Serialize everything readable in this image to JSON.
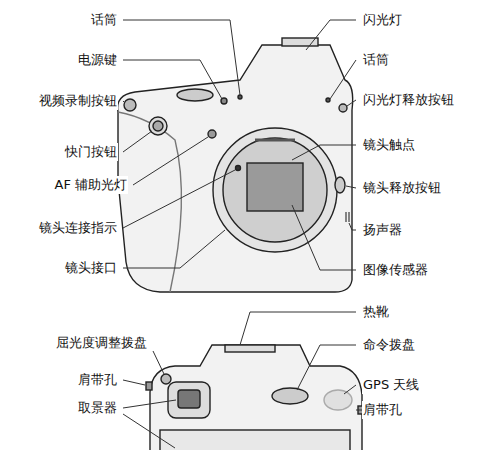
{
  "diagram": {
    "labels": [
      "话筒",
      "闪光灯",
      "电源键",
      "话筒",
      "视频录制按钮",
      "闪光灯释放按钮",
      "镜头触点",
      "快门按钮",
      "AF 辅助光灯",
      "镜头释放按钮",
      "镜头连接指示",
      "扬声器",
      "镜头接口",
      "图像传感器",
      "热靴",
      "屈光度调整拨盘",
      "命令拨盘",
      "肩带孔",
      "GPS 天线",
      "取景器",
      "肩带孔"
    ]
  }
}
